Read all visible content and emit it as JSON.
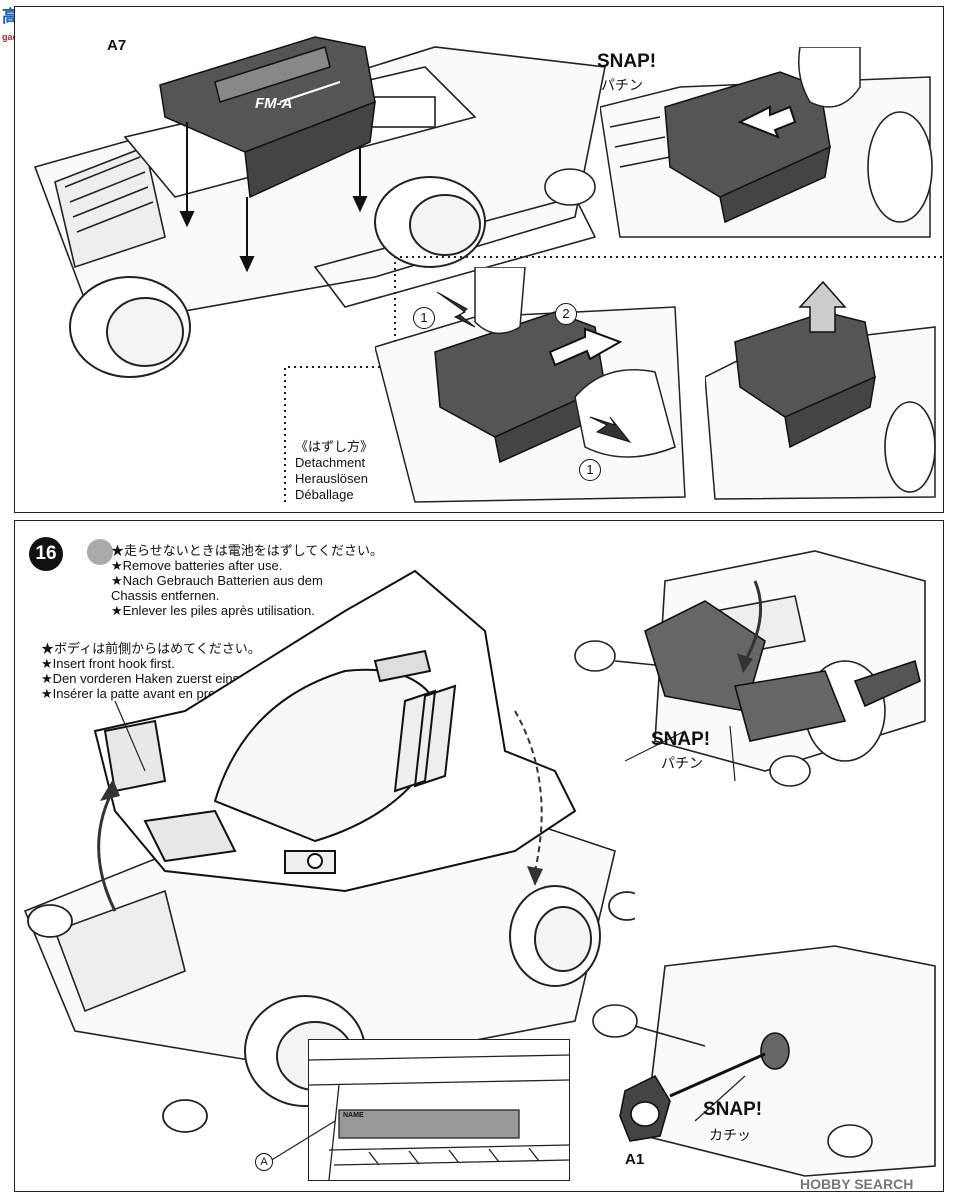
{
  "watermark_top": {
    "brand": "高手网",
    "url": "gaoshan.com"
  },
  "watermark_bottom": "HOBBY SEARCH",
  "step15": {
    "part_label": "A7",
    "snap": "SNAP!",
    "snap_jp": "パチン",
    "emblem": "FM-A",
    "circled_1": "1",
    "circled_2": "2",
    "detach": {
      "jp": "《はずし方》",
      "en": "Detachment",
      "de": "Herauslösen",
      "fr": "Déballage"
    }
  },
  "step16": {
    "number": "16",
    "notes_battery": [
      "★走らせないときは電池をはずしてください。",
      "★Remove batteries after use.",
      "★Nach Gebrauch Batterien aus dem",
      "Chassis entfernen.",
      "★Enlever les piles après utilisation."
    ],
    "notes_hook": [
      "★ボディは前側からはめてください。",
      "★Insert front hook first.",
      "★Den vorderen Haken zuerst einsetzen.",
      "★Insérer la patte avant en premier."
    ],
    "snap_right": "SNAP!",
    "snap_right_jp": "パチン",
    "snap_bottom": "SNAP!",
    "snap_bottom_jp": "カチッ",
    "part_a1": "A1",
    "sticker_label": "A",
    "name_plate": "NAME"
  }
}
